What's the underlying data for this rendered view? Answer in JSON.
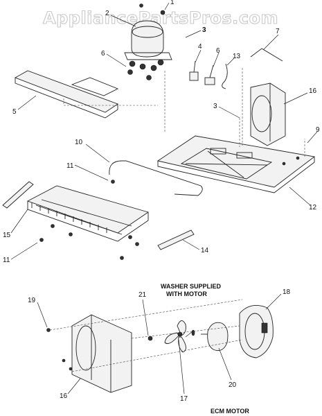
{
  "watermark": "AppliancePartsPros.com",
  "callouts": {
    "c1": "1",
    "c2": "2",
    "c3a": "3",
    "c3b": "3",
    "c4": "4",
    "c5": "5",
    "c6a": "6",
    "c6b": "6",
    "c7": "7",
    "c9": "9",
    "c10": "10",
    "c11a": "11",
    "c11b": "11",
    "c12": "12",
    "c13": "13",
    "c14": "14",
    "c15": "15",
    "c16a": "16",
    "c16b": "16",
    "c17": "17",
    "c18": "18",
    "c19": "19",
    "c20": "20",
    "c21": "21"
  },
  "notes": {
    "washer_line1": "WASHER SUPPLIED",
    "washer_line2": "WITH MOTOR",
    "ecm_motor": "ECM MOTOR"
  }
}
